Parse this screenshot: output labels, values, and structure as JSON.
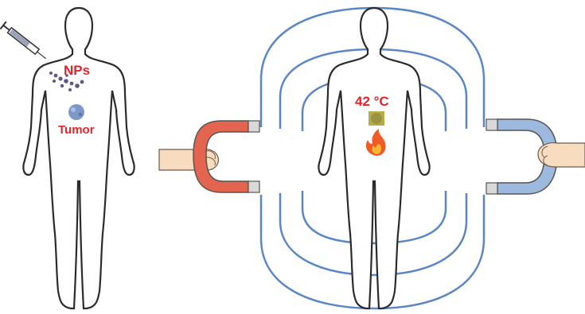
{
  "labels": {
    "nanoparticles": "NPs",
    "tumor": "Tumor",
    "temperature": "42 °C"
  },
  "colors": {
    "label_red": "#e8232a",
    "body_outline": "#2b2b2b",
    "field_lines": "#5b86c4",
    "left_magnet": "#e3644f",
    "right_magnet": "#9db9de",
    "magnet_pole": "#d9d9d9",
    "skin": "#f8dcc0",
    "tumor": "#7f98c8",
    "heated_tumor": "#b6ad48",
    "flame": "#f05a24",
    "nanoparticles": "#5e5a86"
  },
  "icons": [
    "syringe-icon",
    "nanoparticles-icon",
    "tumor-icon",
    "flame-icon",
    "hand-icon",
    "magnet-icon",
    "magnetic-field-lines"
  ]
}
